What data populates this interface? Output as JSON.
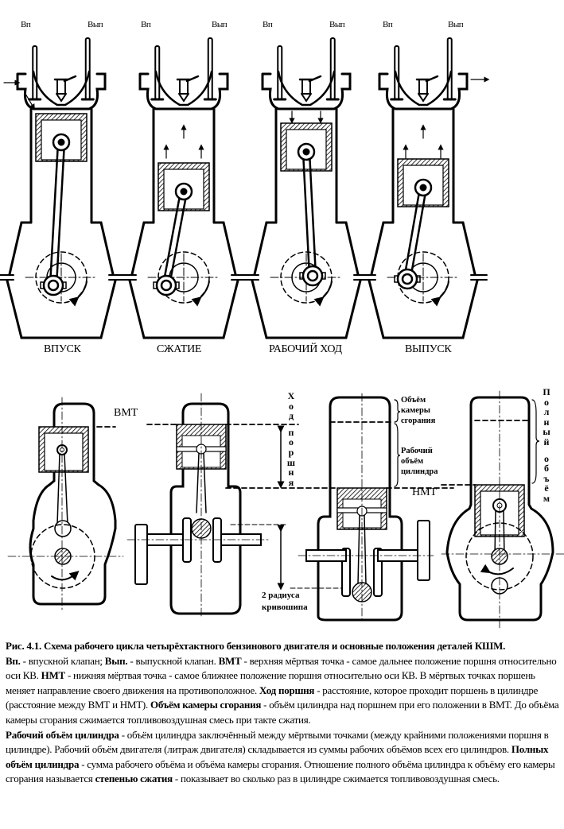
{
  "top_diagrams": {
    "valve_labels": {
      "intake": "Вп",
      "exhaust": "Вып"
    },
    "strokes": [
      {
        "id": "intake",
        "label": "ВПУСК"
      },
      {
        "id": "compression",
        "label": "СЖАТИЕ"
      },
      {
        "id": "power",
        "label": "РАБОЧИЙ ХОД"
      },
      {
        "id": "exhaust",
        "label": "ВЫПУСК"
      }
    ]
  },
  "bottom_diagrams": {
    "tdc_label": "ВМТ",
    "bdc_label": "НМТ",
    "piston_stroke_label": [
      "Х",
      "о",
      "д",
      "п",
      "о",
      "р",
      "ш",
      "н",
      "я"
    ],
    "combustion_chamber_label": [
      "Объём",
      "камеры",
      "сгорания"
    ],
    "working_volume_label": [
      "Рабочий",
      "объём",
      "цилиндра"
    ],
    "crank_radius_label": [
      "2 радиуса",
      "кривошипа"
    ],
    "full_volume_label": [
      "П",
      "о",
      "л",
      "н",
      "ы",
      "й",
      "о",
      "б",
      "ъ",
      "ё",
      "м"
    ]
  },
  "caption": {
    "title": "Рис. 4.1. Схема рабочего цикла четырёхтактного бензинового двигателя и основные положения деталей КШМ.",
    "segments": [
      {
        "bold": true,
        "text": "Вп."
      },
      {
        "bold": false,
        "text": " - впускной клапан; "
      },
      {
        "bold": true,
        "text": "Вып."
      },
      {
        "bold": false,
        "text": " - выпускной клапан. "
      },
      {
        "bold": true,
        "text": "ВМТ"
      },
      {
        "bold": false,
        "text": " - верхняя мёртвая точка - самое дальнее положение поршня относительно оси КВ. "
      },
      {
        "bold": true,
        "text": "НМТ"
      },
      {
        "bold": false,
        "text": " - нижняя мёртвая точка - самое ближнее положение поршня относительно оси КВ. В мёртвых точках поршень меняет направление своего движения на противоположное. "
      },
      {
        "bold": true,
        "text": "Ход поршня"
      },
      {
        "bold": false,
        "text": " - расстояние, которое проходит поршень в цилиндре (расстояние между ВМТ и НМТ). "
      },
      {
        "bold": true,
        "text": "Объём камеры сгорания"
      },
      {
        "bold": false,
        "text": " - объём цилиндра над поршнем при его положении в ВМТ. До объёма камеры сгорания сжимается топливовоздушная смесь при такте сжатия."
      },
      {
        "bold": true,
        "text": "Рабочий объём цилиндра",
        "newline": true
      },
      {
        "bold": false,
        "text": " - объём цилиндра заключённый между мёртвыми точками (между крайними положениями поршня в цилиндре). Рабочий объём двигателя (литраж двигателя) складывается из суммы рабочих объёмов всех его цилиндров. "
      },
      {
        "bold": true,
        "text": "Полных объём цилиндра"
      },
      {
        "bold": false,
        "text": " - сумма рабочего объёма и объёма камеры сгорания. Отношение полного объёма цилиндра к объёму его камеры сгорания называется "
      },
      {
        "bold": true,
        "text": "степенью сжатия"
      },
      {
        "bold": false,
        "text": " - показывает во сколько раз в цилиндре сжимается топливовоздушная смесь."
      }
    ]
  }
}
